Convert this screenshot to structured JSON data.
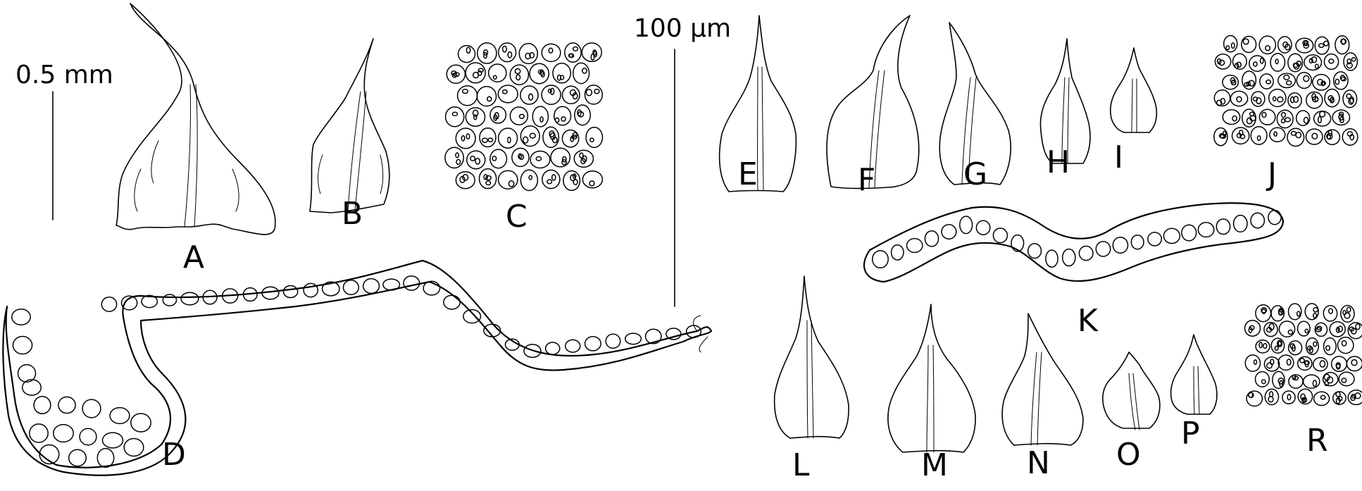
{
  "scale_bars": {
    "left": "0.5 mm",
    "right": "100 µm"
  },
  "figures": {
    "A": "A",
    "B": "B",
    "C": "C",
    "D": "D",
    "E": "E",
    "F": "F",
    "G": "G",
    "H": "H",
    "I": "I",
    "J": "J",
    "K": "K",
    "L": "L",
    "M": "M",
    "N": "N",
    "O": "O",
    "P": "P",
    "R": "R"
  },
  "colors": {
    "ink": "#000000",
    "paper": "#ffffff"
  }
}
